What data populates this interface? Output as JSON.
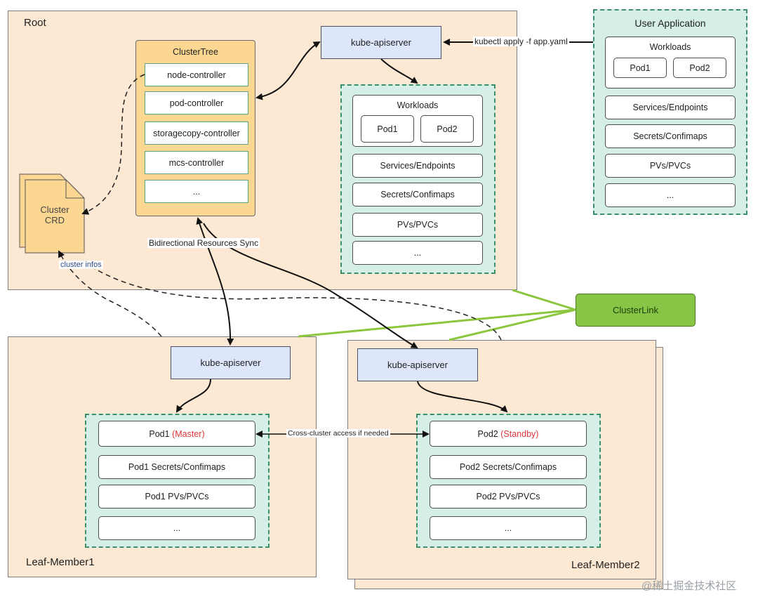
{
  "root": {
    "label": "Root",
    "cluster_tree": {
      "title": "ClusterTree",
      "controllers": [
        "node-controller",
        "pod-controller",
        "storagecopy-controller",
        "mcs-controller",
        "..."
      ]
    },
    "crd": {
      "line1": "Cluster",
      "line2": "CRD"
    },
    "apiserver": "kube-apiserver",
    "resources": {
      "workloads_title": "Workloads",
      "pods": [
        "Pod1",
        "Pod2"
      ],
      "items": [
        "Services/Endpoints",
        "Secrets/Confimaps",
        "PVs/PVCs",
        "..."
      ]
    }
  },
  "user_app": {
    "title": "User Application",
    "workloads_title": "Workloads",
    "pods": [
      "Pod1",
      "Pod2"
    ],
    "items": [
      "Services/Endpoints",
      "Secrets/Confimaps",
      "PVs/PVCs",
      "..."
    ]
  },
  "edges": {
    "kubectl": "kubectl apply -f app.yaml",
    "sync": "Bidirectional Resources Sync",
    "cluster_infos": "cluster infos",
    "cross_cluster": "Cross-cluster access if needed"
  },
  "clusterlink": "ClusterLink",
  "leaf1": {
    "label": "Leaf-Member1",
    "apiserver": "kube-apiserver",
    "pod_name": "Pod1",
    "pod_role": "(Master)",
    "items": [
      "Pod1 Secrets/Confimaps",
      "Pod1 PVs/PVCs",
      "..."
    ]
  },
  "leaf2": {
    "label": "Leaf-Member2",
    "apiserver": "kube-apiserver",
    "pod_name": "Pod2",
    "pod_role": "(Standby)",
    "items": [
      "Pod2 Secrets/Confimaps",
      "Pod2 PVs/PVCs",
      "..."
    ]
  },
  "watermark": "@稀土掘金技术社区",
  "colors": {
    "region_fill": "#fce8d3",
    "group_fill": "#d5efe8",
    "group_border": "#3c8f66",
    "apiserver_fill": "#dde6fb",
    "clustertree_fill": "#fcd792",
    "clusterlink_fill": "#86c545",
    "clusterlink_lines": "#8cc63f",
    "role_text": "#e0343a"
  }
}
